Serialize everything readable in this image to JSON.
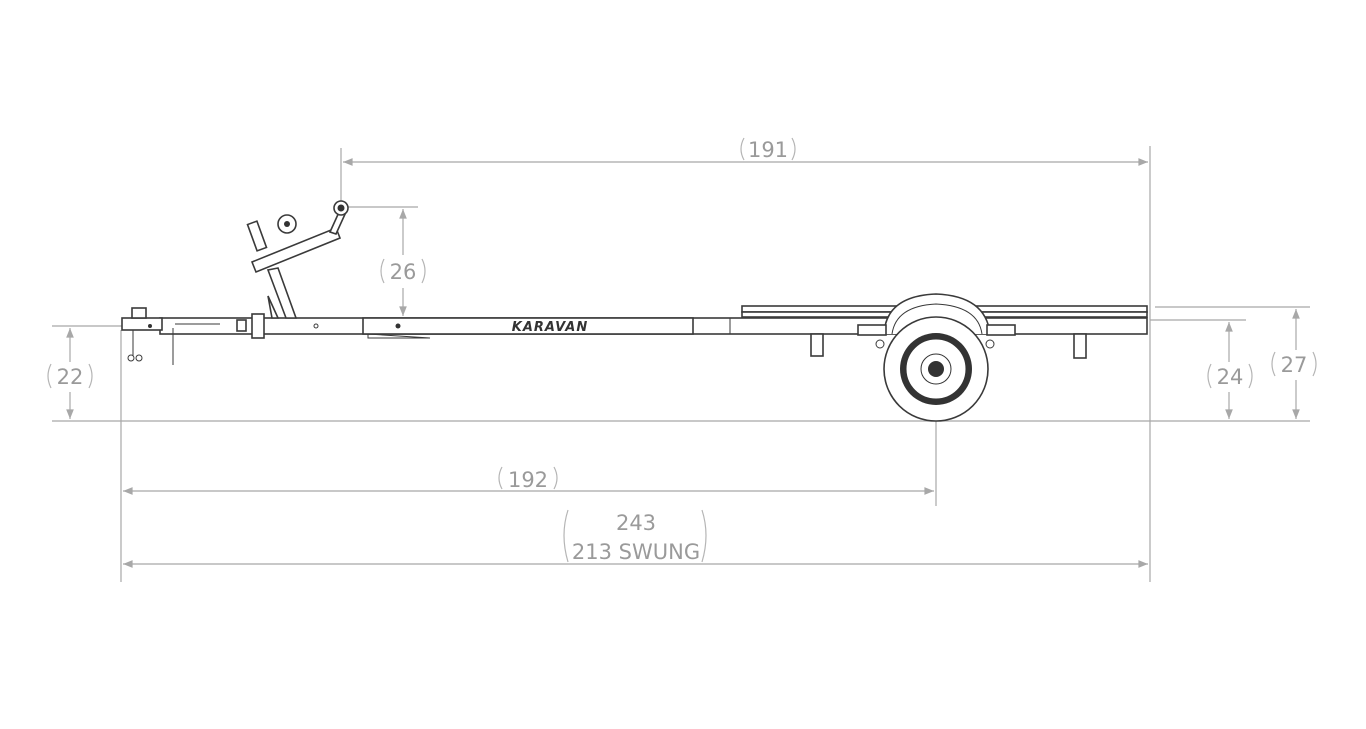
{
  "drawing": {
    "brand": "KARAVAN",
    "dimensions": {
      "winch_to_rear": "191",
      "winch_height": "26",
      "tongue_height": "22",
      "rear_frame_height": "24",
      "rear_deck_height": "27",
      "coupler_to_axle": "192",
      "overall_length": "243",
      "overall_length_swung": "213 SWUNG"
    },
    "colors": {
      "dimension": "#a8a8a8",
      "drawing": "#3a3a3a"
    }
  }
}
